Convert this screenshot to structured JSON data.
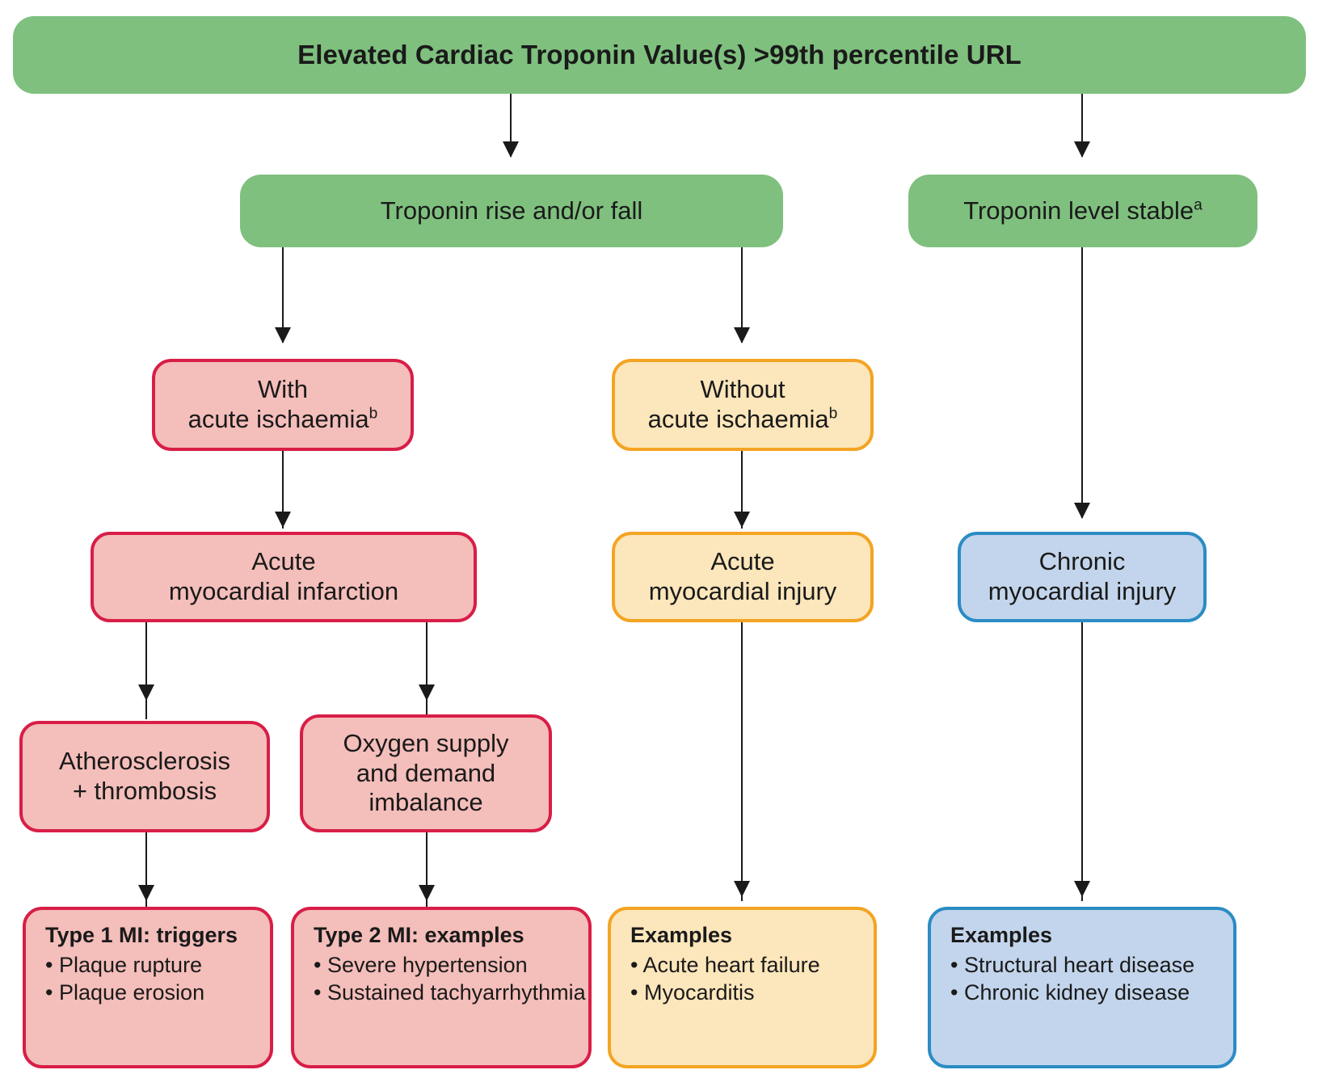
{
  "diagram": {
    "title_box": {
      "label_main": "Elevated Cardiac Troponin Value(s) >99th percentile URL",
      "color_fill": "#7fc07f"
    },
    "level2": [
      {
        "label": "Troponin rise and/or fall",
        "superscript": "",
        "color_fill": "#7fc07f"
      },
      {
        "label": "Troponin level stable",
        "superscript": "a",
        "color_fill": "#7fc07f"
      }
    ],
    "level3": [
      {
        "line1": "With",
        "line2": "acute ischaemia",
        "superscript": "b",
        "color_fill": "#f4beba",
        "color_border": "#d81e47"
      },
      {
        "line1": "Without",
        "line2": "acute ischaemia",
        "superscript": "b",
        "color_fill": "#fce6bb",
        "color_border": "#f3a423"
      }
    ],
    "level4": [
      {
        "line1": "Acute",
        "line2": "myocardial infarction",
        "color_fill": "#f4beba",
        "color_border": "#d81e47"
      },
      {
        "line1": "Acute",
        "line2": "myocardial injury",
        "color_fill": "#fce6bb",
        "color_border": "#f3a423"
      },
      {
        "line1": "Chronic",
        "line2": "myocardial injury",
        "color_fill": "#c3d5ec",
        "color_border": "#2b8cc4"
      }
    ],
    "level5": [
      {
        "line1": "Atherosclerosis",
        "line2": "+ thrombosis",
        "line3": "",
        "color_fill": "#f4beba",
        "color_border": "#d81e47"
      },
      {
        "line1": "Oxygen supply",
        "line2": "and demand",
        "line3": "imbalance",
        "color_fill": "#f4beba",
        "color_border": "#d81e47"
      }
    ],
    "level6": [
      {
        "heading": "Type 1 MI: triggers",
        "items": [
          "• Plaque rupture",
          "• Plaque erosion"
        ],
        "color_fill": "#f4beba",
        "color_border": "#d81e47"
      },
      {
        "heading": "Type 2 MI: examples",
        "items": [
          "• Severe hypertension",
          "• Sustained tachyarrhythmia"
        ],
        "color_fill": "#f4beba",
        "color_border": "#d81e47"
      },
      {
        "heading": "Examples",
        "items": [
          "• Acute heart failure",
          "• Myocarditis"
        ],
        "color_fill": "#fce6bb",
        "color_border": "#f3a423"
      },
      {
        "heading": "Examples",
        "items": [
          "• Structural heart disease",
          "• Chronic kidney disease"
        ],
        "color_fill": "#c3d5ec",
        "color_border": "#2b8cc4"
      }
    ]
  }
}
